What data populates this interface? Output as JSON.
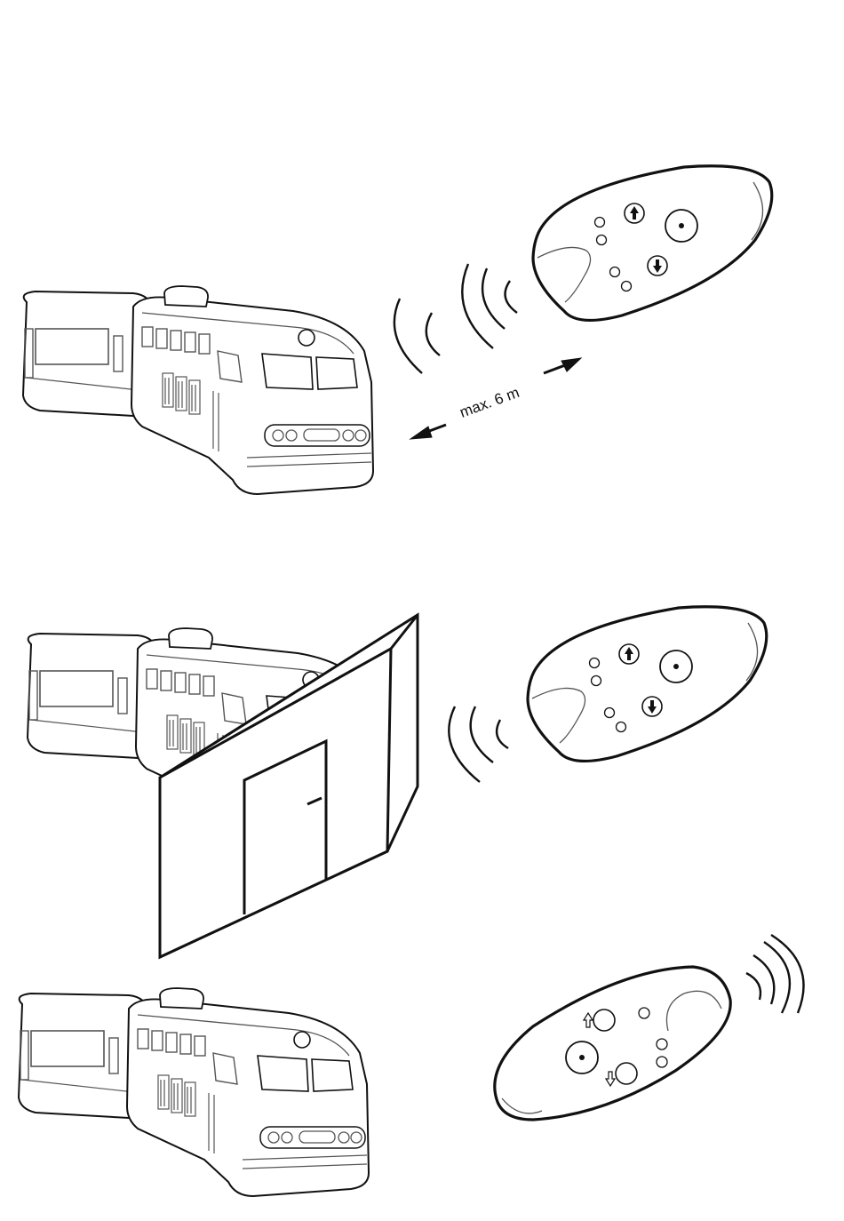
{
  "range_label": "max. 6 m",
  "colors": {
    "outline": "#111111",
    "detail": "#555555",
    "background": "#ffffff"
  },
  "panels": [
    {
      "scene": "direct-line-of-sight"
    },
    {
      "scene": "blocked-by-wall"
    },
    {
      "scene": "reflected-signal"
    }
  ]
}
